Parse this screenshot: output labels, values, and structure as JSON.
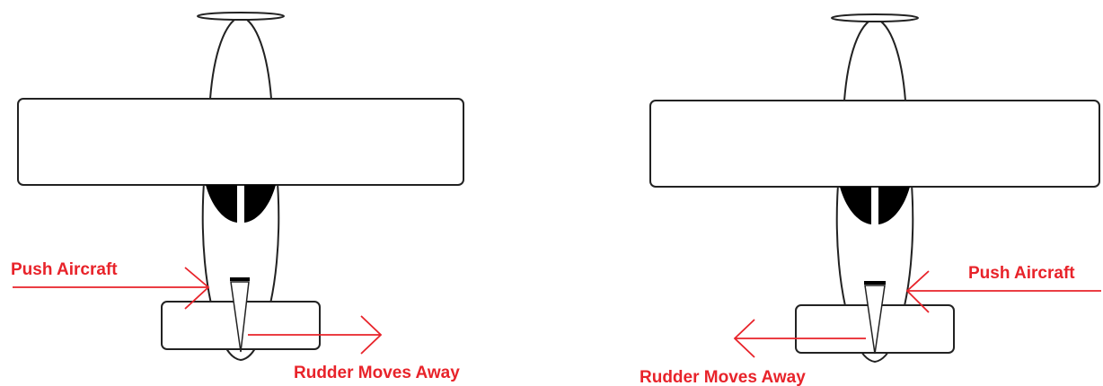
{
  "colors": {
    "annotation": "#e8232a",
    "outline": "#222222",
    "fill_dark": "#000000",
    "background": "#ffffff"
  },
  "diagrams": [
    {
      "push_label": "Push Aircraft",
      "rudder_label": "Rudder Moves Away"
    },
    {
      "push_label": "Push Aircraft",
      "rudder_label": "Rudder Moves Away"
    }
  ]
}
